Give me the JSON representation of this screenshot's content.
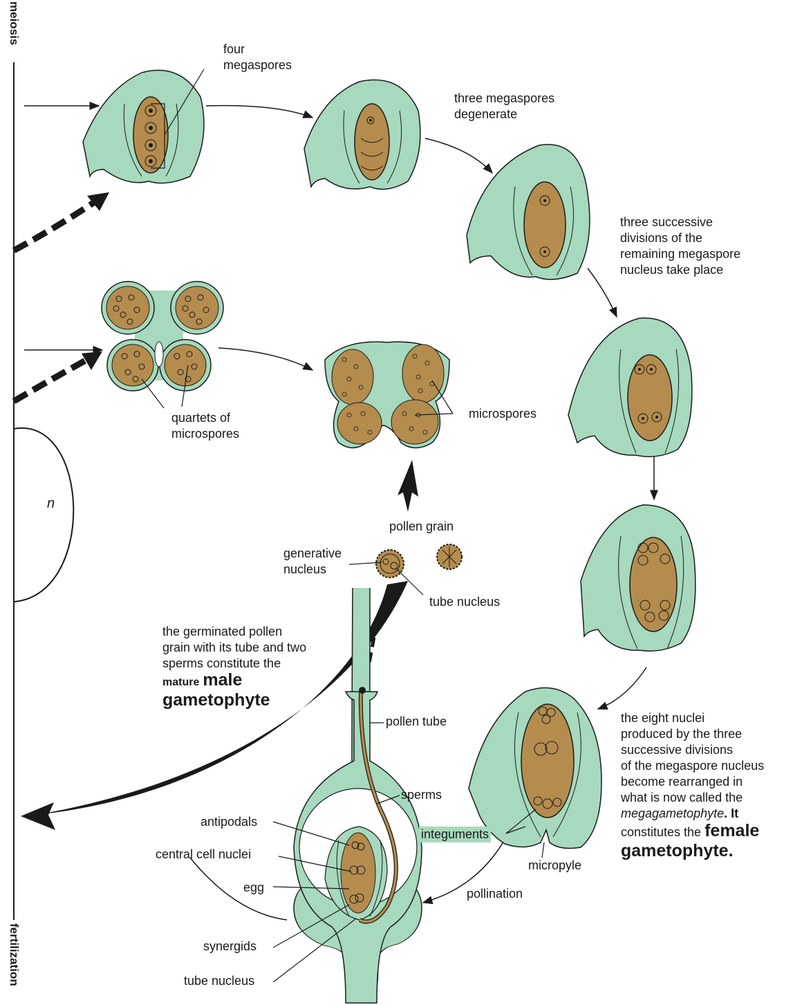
{
  "axis": {
    "top_label": "meiosis",
    "bottom_label": "fertilization",
    "n_label": "n"
  },
  "labels": {
    "four_megaspores": [
      "four",
      "megaspores"
    ],
    "three_degenerate": [
      "three megaspores",
      "degenerate"
    ],
    "three_divisions": [
      "three successive",
      "divisions of the",
      "remaining megaspore",
      "nucleus take place"
    ],
    "quartets": [
      "quartets of",
      "microspores"
    ],
    "microspores": "microspores",
    "pollen_grain": "pollen grain",
    "generative_nucleus": [
      "generative",
      "nucleus"
    ],
    "tube_nucleus_top": "tube nucleus",
    "germinated": [
      "the germinated pollen",
      "grain with its tube and two",
      "sperms constitute the"
    ],
    "mature_small": "mature",
    "mature_big": "male",
    "gametophyte_male": "gametophyte",
    "pollen_tube": "pollen tube",
    "sperms": "sperms",
    "antipodals": "antipodals",
    "central_cell_nuclei": "central cell nuclei",
    "egg": "egg",
    "synergids": "synergids",
    "tube_nucleus_bottom": "tube nucleus",
    "integuments": "integuments",
    "micropyle": "micropyle",
    "pollination": "pollination",
    "eight_nuclei": [
      "the eight nuclei",
      "produced by the three",
      "successive divisions",
      "of the megaspore nucleus",
      "become rearranged in",
      "what is now called the"
    ],
    "megagametophyte": "megagametophyte",
    "it_suffix": ". It",
    "constitutes": "constitutes the",
    "female": "female",
    "female_gametophyte": "gametophyte."
  },
  "colors": {
    "tissue": "#a6d9bd",
    "cell": "#b48c4e",
    "outline": "#1a1a1a"
  }
}
